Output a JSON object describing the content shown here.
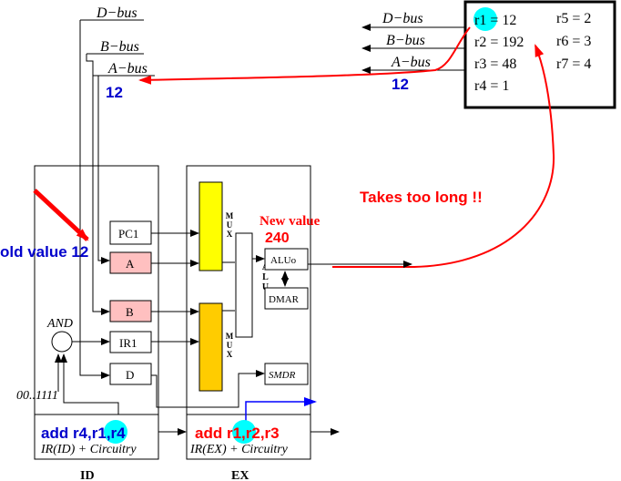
{
  "buses_left": {
    "d_bus": "D−bus",
    "b_bus": "B−bus",
    "a_bus": "A−bus",
    "a_bus_value": "12"
  },
  "buses_right": {
    "d_bus": "D−bus",
    "b_bus": "B−bus",
    "a_bus": "A−bus",
    "a_bus_value": "12"
  },
  "register_file": {
    "registers": [
      {
        "label": "r1 = 12"
      },
      {
        "label": "r2 = 192"
      },
      {
        "label": "r3 = 48"
      },
      {
        "label": "r4 = 1"
      },
      {
        "label": "r5 = 2"
      },
      {
        "label": "r6 = 3"
      },
      {
        "label": "r7 = 4"
      }
    ]
  },
  "id_stage": {
    "pc1": "PC1",
    "a": "A",
    "b": "B",
    "ir1": "IR1",
    "d": "D",
    "and_label": "AND",
    "const_label": "00..1111",
    "instr": {
      "pre": "add r4,",
      "hl": "r1",
      "post": ",r4"
    },
    "instr_caption": "IR(ID) + Circuitry",
    "stage_label": "ID"
  },
  "ex_stage": {
    "mux": "MUX",
    "alu": "ALU",
    "aluo": "ALUo",
    "dmar": "DMAR",
    "smdr": "SMDR",
    "instr": {
      "pre": "add ",
      "hl": "r1",
      "post": ",r2,r3"
    },
    "instr_caption": "IR(EX) + Circuitry",
    "stage_label": "EX"
  },
  "annotations": {
    "old_value": "old value 12",
    "new_value": "New value",
    "new_value_number": "240",
    "takes_too_long": "Takes too long !!"
  },
  "colors": {
    "red": "#ff0000",
    "blue": "#0000ff",
    "dark_blue": "#0000cc",
    "cyan": "#00ffff",
    "yellow": "#ffff00",
    "orange": "#ffcc00",
    "pink": "#ffc0c0"
  }
}
